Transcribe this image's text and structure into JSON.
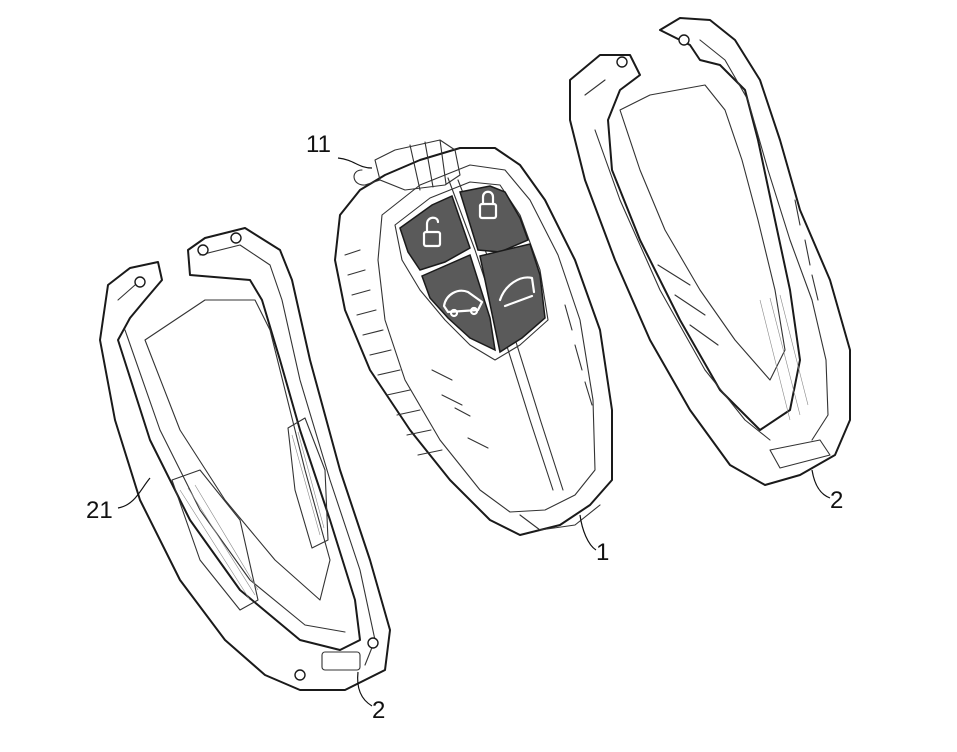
{
  "figure": {
    "reference_labels": {
      "label_11": "11",
      "label_1": "1",
      "label_21": "21",
      "label_2_left": "2",
      "label_2_right": "2"
    },
    "parts": {
      "key_fob": "1",
      "key_fob_ring": "11",
      "cover_half": "2",
      "cover_side_wall": "21"
    },
    "button_icons": [
      "lock-icon",
      "unlock-icon",
      "trunk-icon",
      "tailgate-icon"
    ],
    "colors": {
      "line": "#1a1a1a",
      "button_fill": "#5a5a5a",
      "background": "#ffffff"
    }
  }
}
